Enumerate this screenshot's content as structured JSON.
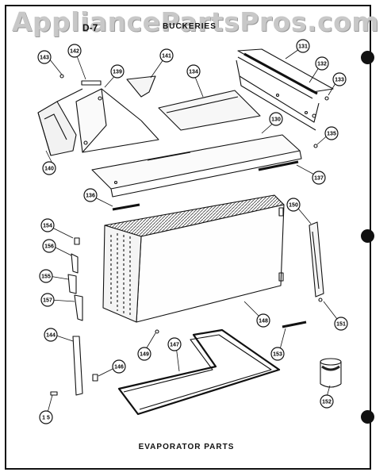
{
  "watermark": "AppliancePartsPros.com",
  "header": {
    "left": "D-7",
    "right": "BUCKERIES"
  },
  "caption": "EVAPORATOR PARTS",
  "callouts": [
    {
      "id": "c143",
      "label": "143"
    },
    {
      "id": "c142",
      "label": "142"
    },
    {
      "id": "c139",
      "label": "139"
    },
    {
      "id": "c141",
      "label": "141"
    },
    {
      "id": "c134",
      "label": "134"
    },
    {
      "id": "c131",
      "label": "131"
    },
    {
      "id": "c132",
      "label": "132"
    },
    {
      "id": "c133",
      "label": "133"
    },
    {
      "id": "c130",
      "label": "130"
    },
    {
      "id": "c135",
      "label": "135"
    },
    {
      "id": "c140",
      "label": "140"
    },
    {
      "id": "c137",
      "label": "137"
    },
    {
      "id": "c136",
      "label": "136"
    },
    {
      "id": "c150",
      "label": "150"
    },
    {
      "id": "c154",
      "label": "154"
    },
    {
      "id": "c156",
      "label": "156"
    },
    {
      "id": "c155",
      "label": "155"
    },
    {
      "id": "c157",
      "label": "157"
    },
    {
      "id": "c148",
      "label": "148"
    },
    {
      "id": "c151",
      "label": "151"
    },
    {
      "id": "c144",
      "label": "144"
    },
    {
      "id": "c149",
      "label": "149"
    },
    {
      "id": "c147",
      "label": "147"
    },
    {
      "id": "c153",
      "label": "153"
    },
    {
      "id": "c146",
      "label": "146"
    },
    {
      "id": "c152",
      "label": "152"
    },
    {
      "id": "c145",
      "label": "1 5"
    }
  ]
}
